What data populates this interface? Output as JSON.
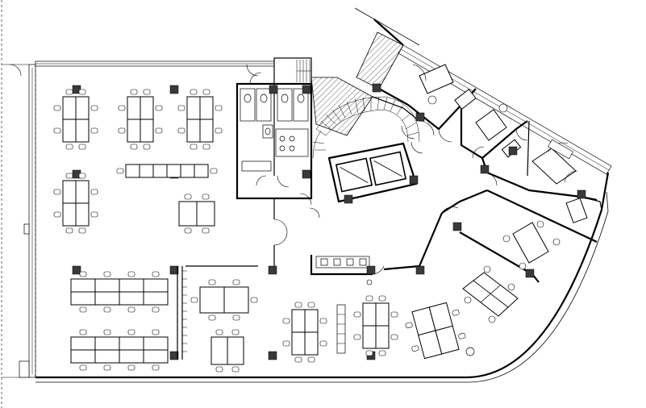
{
  "drawing": {
    "type": "office floor plan",
    "labels": []
  },
  "colors": {
    "ink": "#000000",
    "paper": "#ffffff",
    "column_fill": "#3a3a3a"
  },
  "elements": {
    "open_office_workstations": 14,
    "meeting_rooms": 4,
    "lifts": 2,
    "toilet_cubicles": 6,
    "staircases": 2
  }
}
